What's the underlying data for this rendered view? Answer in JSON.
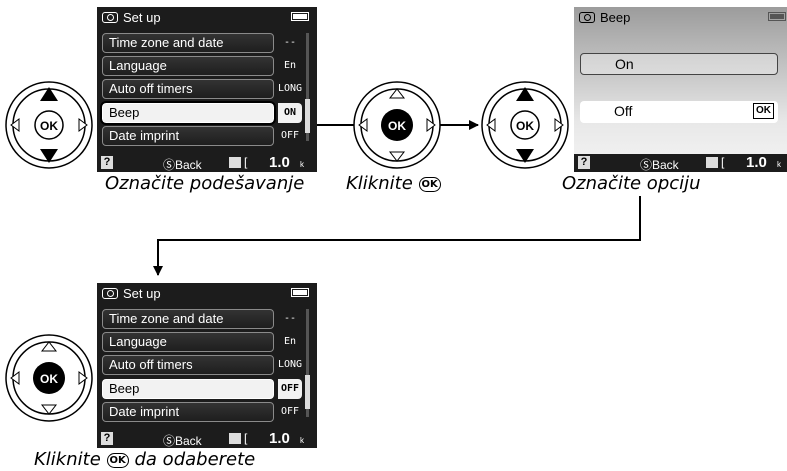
{
  "colors": {
    "screen_bg": "#1c1c1c",
    "selected_row": "#f2f2f2",
    "line": "#000000"
  },
  "icons": {
    "dpad": "multi-selector-icon",
    "ok": "ok-button-icon",
    "arrow": "arrow-icon"
  },
  "screen1": {
    "title": "Set up",
    "rows": [
      {
        "label": "Time zone and date",
        "value": "--"
      },
      {
        "label": "Language",
        "value": "En"
      },
      {
        "label": "Auto off timers",
        "value": "LONG"
      },
      {
        "label": "Beep",
        "value": "ON"
      },
      {
        "label": "Date imprint",
        "value": "OFF"
      }
    ],
    "bottom": {
      "help": "?",
      "back": "ⓈBack",
      "bracket": "[",
      "remaining": "1.0",
      "unit": "k"
    }
  },
  "screen2": {
    "title": "Beep",
    "options": [
      {
        "label": "On"
      },
      {
        "label": "Off",
        "confirm": "OK"
      }
    ],
    "bottom": {
      "help": "?",
      "back": "ⓈBack",
      "bracket": "[",
      "remaining": "1.0",
      "unit": "k"
    }
  },
  "screen3": {
    "title": "Set up",
    "rows": [
      {
        "label": "Time zone and date",
        "value": "--"
      },
      {
        "label": "Language",
        "value": "En"
      },
      {
        "label": "Auto off timers",
        "value": "LONG"
      },
      {
        "label": "Beep",
        "value": "OFF"
      },
      {
        "label": "Date imprint",
        "value": "OFF"
      }
    ],
    "bottom": {
      "help": "?",
      "back": "ⓈBack",
      "bracket": "[",
      "remaining": "1.0",
      "unit": "k"
    }
  },
  "captions": {
    "step1": "Označite podešavanje",
    "step2": "Kliknite",
    "step3": "Označite opciju",
    "step4_a": "Kliknite",
    "step4_b": "da odaberete",
    "ok_glyph": "OK"
  }
}
